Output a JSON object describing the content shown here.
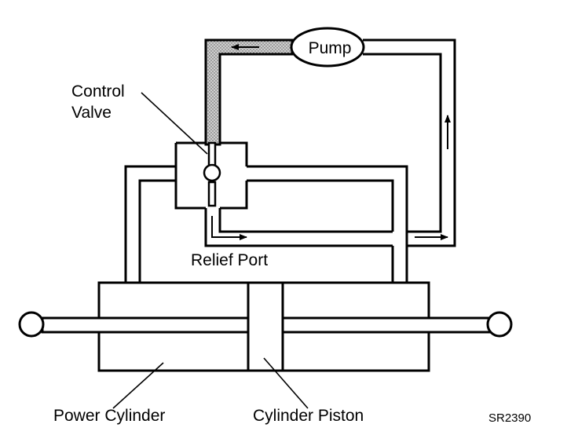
{
  "diagram": {
    "labels": {
      "pump": "Pump",
      "control_valve_line1": "Control",
      "control_valve_line2": "Valve",
      "relief_port": "Relief Port",
      "power_cylinder": "Power Cylinder",
      "cylinder_piston": "Cylinder Piston",
      "figure_code": "SR2390"
    },
    "colors": {
      "line": "#000000",
      "background": "#ffffff",
      "pressure_fill": "#bdbdbd"
    }
  }
}
